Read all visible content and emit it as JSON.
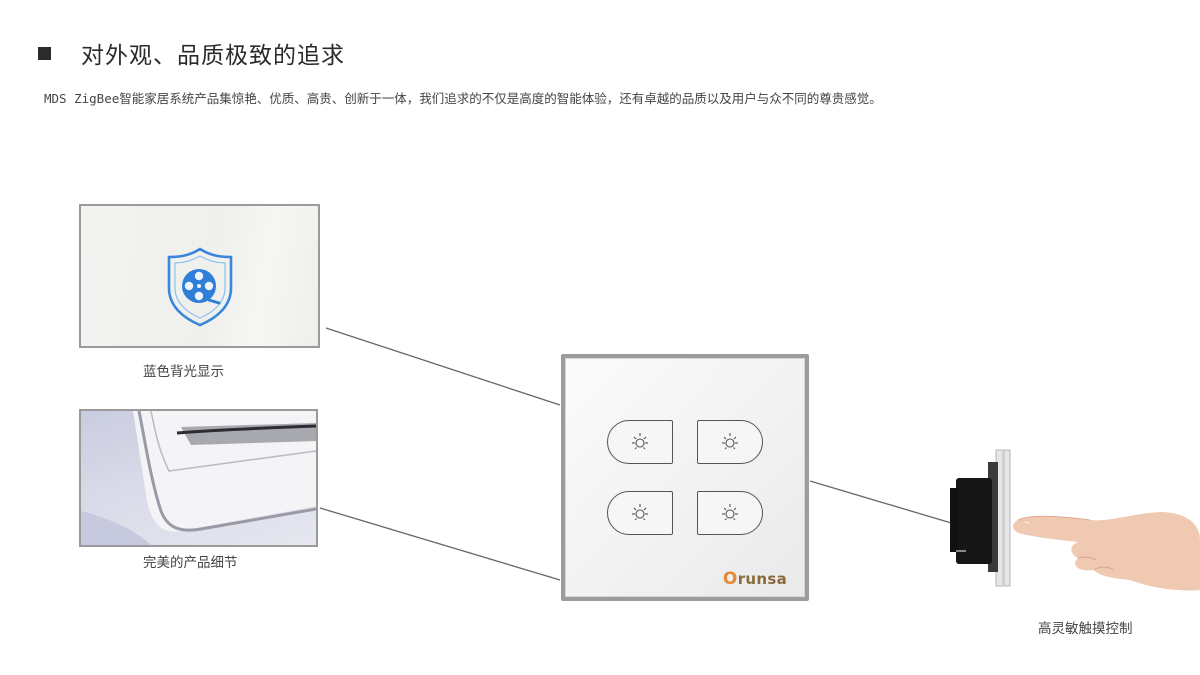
{
  "header": {
    "title": "对外观、品质极致的追求",
    "subtitle_prefix": "MDS ZigBee",
    "subtitle_rest": "智能家居系统产品集惊艳、优质、高贵、创新于一体，我们追求的不仅是高度的智能体验，还有卓越的品质以及用户与众不同的尊贵感觉。"
  },
  "features": [
    {
      "caption": "蓝色背光显示",
      "icon": "shield-film-reel-icon",
      "accent": "#2f7fd8"
    },
    {
      "caption": "完美的产品细节"
    },
    {
      "caption": "高灵敏触摸控制"
    }
  ],
  "panel": {
    "brand_initial": "O",
    "brand_rest": "runsa",
    "keys": [
      {
        "icon": "bulb-icon"
      },
      {
        "icon": "bulb-icon"
      },
      {
        "icon": "bulb-icon"
      },
      {
        "icon": "bulb-icon"
      }
    ]
  }
}
